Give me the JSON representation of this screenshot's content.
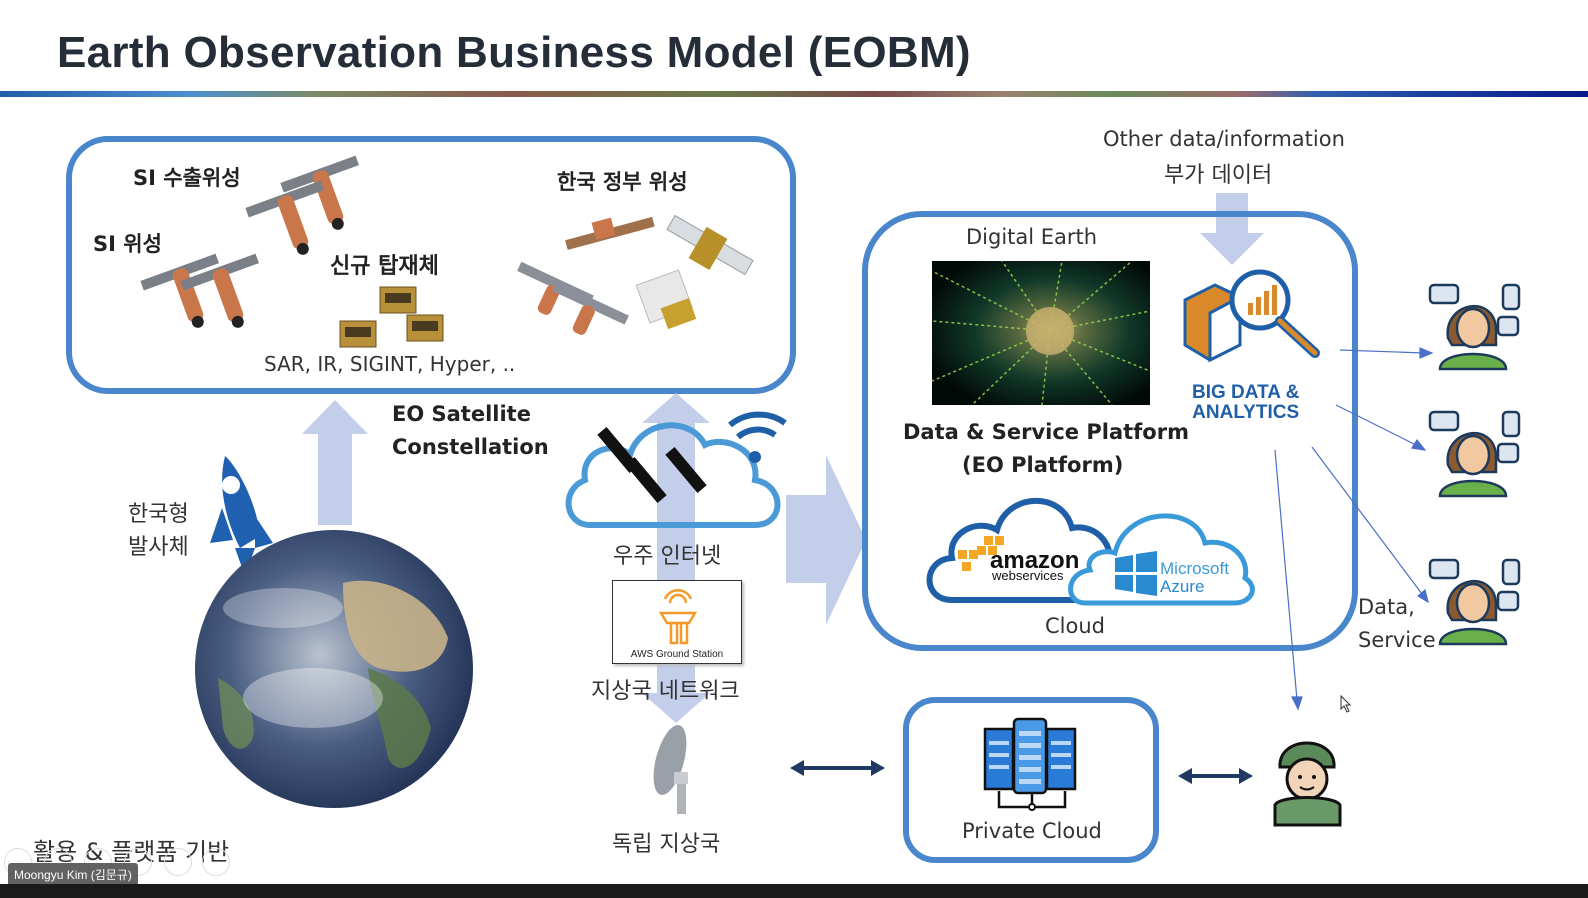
{
  "slide": {
    "title": "Earth Observation Business Model (EOBM)"
  },
  "satellite_box": {
    "label_si_export": "SI 수출위성",
    "label_si": "SI 위성",
    "label_new_payload": "신규 탑재체",
    "label_korea_gov": "한국 정부 위성",
    "payload_types": "SAR, IR, SIGINT, Hyper, .."
  },
  "constellation": {
    "line1": "EO Satellite",
    "line2": "Constellation"
  },
  "launcher": {
    "line1": "한국형",
    "line2": "발사체"
  },
  "space_internet": {
    "label": "우주 인터넷"
  },
  "ground_station": {
    "aws_label": "AWS Ground Station",
    "network_label": "지상국 네트워크",
    "independent_label": "독립 지상국"
  },
  "other_data": {
    "line1": "Other data/information",
    "line2": "부가 데이터"
  },
  "platform_box": {
    "digital_earth": "Digital Earth",
    "platform_line1": "Data & Service Platform",
    "platform_line2": "(EO Platform)",
    "big_data_line1": "BIG DATA &",
    "big_data_line2": "ANALYTICS",
    "aws_brand": "amazon",
    "aws_sub": "webservices",
    "azure_line1": "Microsoft",
    "azure_line2": "Azure",
    "cloud_label": "Cloud"
  },
  "users": {
    "data_service_line1": "Data,",
    "data_service_line2": "Service"
  },
  "private_cloud": {
    "label": "Private Cloud"
  },
  "footer": {
    "base_label": "활용 & 플랫폼 기반",
    "presenter": "Moongyu Kim (김문규)"
  },
  "colors": {
    "accent_blue": "#4a86cc",
    "arrow_light": "#c3cfea",
    "dark_navy": "#1f3864",
    "title_text": "#252d38",
    "big_data_blue": "#1f5fa8",
    "aws_orange": "#f5a623"
  }
}
